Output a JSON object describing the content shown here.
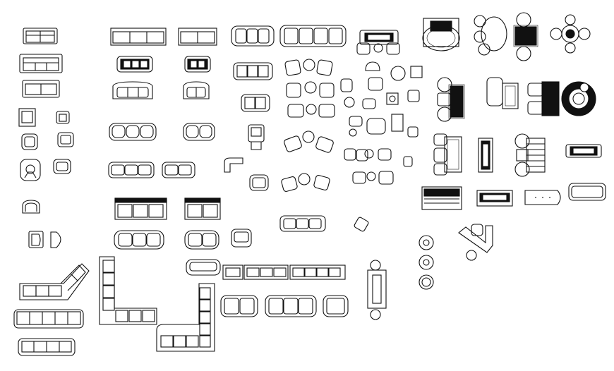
{
  "drawing": {
    "background": "#ffffff",
    "line_color": "#111111",
    "blocks": [
      "sofa-2-seat-plan",
      "sofa-3-seat-plan",
      "armchair-plan",
      "corner-sofa-plan",
      "l-shaped-sectional-plan",
      "lounge-set-plan",
      "coffee-table-set-plan",
      "round-table-set-plan",
      "rug-plan",
      "ottoman-plan"
    ]
  }
}
